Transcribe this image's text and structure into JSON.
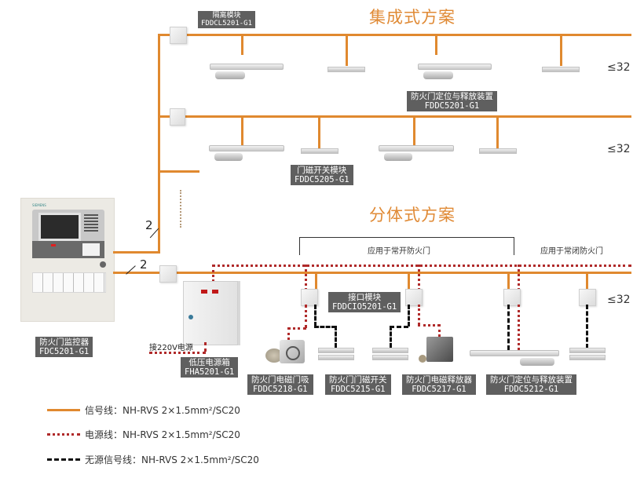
{
  "sections": {
    "integrated_title": "集成式方案",
    "split_title": "分体式方案"
  },
  "integrated": {
    "isolation_module": {
      "name": "隔离模块",
      "model": "FDDCL5201-G1"
    },
    "release_device": {
      "name": "防火门定位与释放装置",
      "model": "FDDC5201-G1"
    },
    "door_switch_module": {
      "name": "门磁开关模块",
      "model": "FDDC5205-G1"
    },
    "row1_count": "≤32",
    "row2_count": "≤32"
  },
  "controller": {
    "name": "防火门监控器",
    "model": "FDC5201-G1",
    "brand": "SIEMENS"
  },
  "wire_counts": {
    "upper": "2",
    "lower": "2"
  },
  "split": {
    "bracket_open": "应用于常开防火门",
    "bracket_closed": "应用于常闭防火门",
    "interface_module": {
      "name": "接口模块",
      "model": "FDDCIO5201-G1"
    },
    "power_input": "接220V电源",
    "power_box": {
      "name": "低压电源箱",
      "model": "FHA5201-G1"
    },
    "devices": [
      {
        "name": "防火门电磁门吸",
        "model": "FDDC5218-G1"
      },
      {
        "name": "防火门门磁开关",
        "model": "FDDC5215-G1"
      },
      {
        "name": "防火门电磁释放器",
        "model": "FDDC5217-G1"
      },
      {
        "name": "防火门定位与释放装置",
        "model": "FDDC5212-G1"
      }
    ],
    "count": "≤32"
  },
  "legend": [
    {
      "type": "signal",
      "label": "信号线：NH-RVS  2×1.5mm²/SC20",
      "color": "#e0892f"
    },
    {
      "type": "power",
      "label": "电源线：NH-RVS  2×1.5mm²/SC20",
      "color": "#b02a2a"
    },
    {
      "type": "passive",
      "label": "无源信号线：NH-RVS  2×1.5mm²/SC20",
      "color": "#111111"
    }
  ]
}
